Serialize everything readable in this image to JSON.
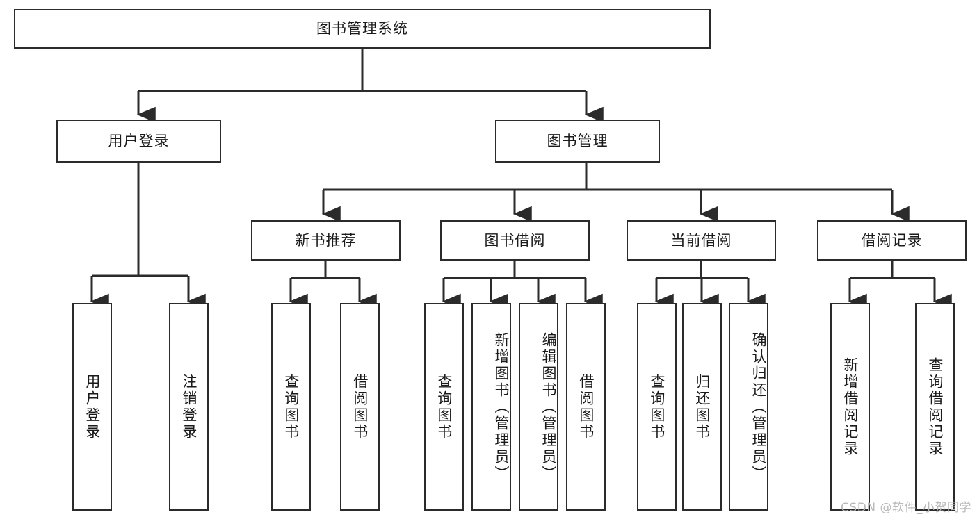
{
  "diagram": {
    "title": "图书管理系统",
    "type": "tree-hierarchy",
    "root": {
      "label": "图书管理系统"
    },
    "level2": [
      {
        "label": "用户登录"
      },
      {
        "label": "图书管理"
      }
    ],
    "level3": [
      {
        "label": "新书推荐"
      },
      {
        "label": "图书借阅"
      },
      {
        "label": "当前借阅"
      },
      {
        "label": "借阅记录"
      }
    ],
    "leaves": {
      "user_login": [
        {
          "label": "用户登录"
        },
        {
          "label": "注销登录"
        }
      ],
      "new_book_recommend": [
        {
          "label": "查询图书"
        },
        {
          "label": "借阅图书"
        }
      ],
      "book_borrow": [
        {
          "label": "查询图书"
        },
        {
          "label": "新增图书（管理员）"
        },
        {
          "label": "编辑图书（管理员）"
        },
        {
          "label": "借阅图书"
        }
      ],
      "current_borrow": [
        {
          "label": "查询图书"
        },
        {
          "label": "归还图书"
        },
        {
          "label": "确认归还（管理员）"
        }
      ],
      "borrow_records": [
        {
          "label": "新增借阅记录"
        },
        {
          "label": "查询借阅记录"
        }
      ]
    }
  },
  "watermark": {
    "text": "CSDN @软件_小贺同学"
  },
  "colors": {
    "stroke": "#2b2b2b",
    "text": "#1a1a1a",
    "background": "#ffffff",
    "watermark": "#b9b9b9"
  }
}
